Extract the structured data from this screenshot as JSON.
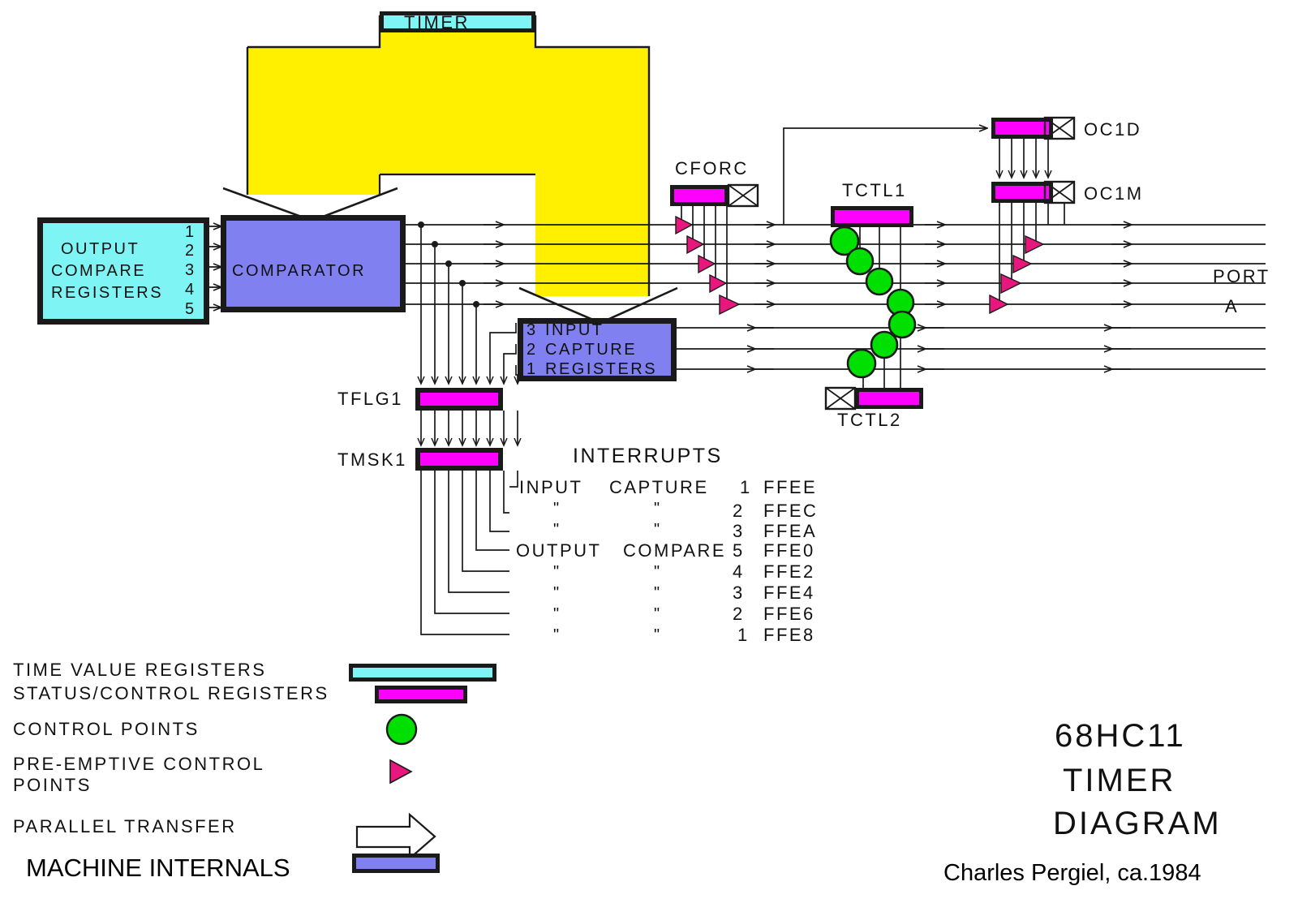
{
  "title_block": {
    "line1": "68HC11",
    "line2": "TIMER",
    "line3": "DIAGRAM",
    "credit": "Charles Pergiel, ca.1984"
  },
  "blocks": {
    "timer": {
      "label": "TIMER",
      "color": "#7FF4F4"
    },
    "output_compare_registers": {
      "label_lines": [
        "OUTPUT",
        "COMPARE",
        "REGISTERS"
      ],
      "color": "#7FF4F4",
      "channel_numbers": [
        "1",
        "2",
        "3",
        "4",
        "5"
      ]
    },
    "comparator": {
      "label": "COMPARATOR",
      "color": "#8080F0"
    },
    "input_capture_registers": {
      "label_lines": [
        "INPUT",
        "CAPTURE",
        "REGISTERS"
      ],
      "color": "#8080F0",
      "channel_numbers": [
        "3",
        "2",
        "1"
      ]
    }
  },
  "registers": {
    "cforc": {
      "label": "CFORC",
      "color": "#FF00FF"
    },
    "tflg1": {
      "label": "TFLG1",
      "color": "#FF00FF"
    },
    "tmsk1": {
      "label": "TMSK1",
      "color": "#FF00FF"
    },
    "tctl1": {
      "label": "TCTL1",
      "color": "#FF00FF"
    },
    "tctl2": {
      "label": "TCTL2",
      "color": "#FF00FF"
    },
    "oc1d": {
      "label": "OC1D",
      "color": "#FF00FF"
    },
    "oc1m": {
      "label": "OC1M",
      "color": "#FF00FF"
    }
  },
  "port": {
    "label_line1": "PORT",
    "label_line2": "A"
  },
  "interrupts": {
    "heading": "INTERRUPTS",
    "ditto": "\"",
    "rows": [
      {
        "name": "INPUT CAPTURE",
        "name_left": "INPUT",
        "name_right": "CAPTURE",
        "channel": "1",
        "vector": "FFEE",
        "ditto": false
      },
      {
        "name": "",
        "name_left": "\"",
        "name_right": "\"",
        "channel": "2",
        "vector": "FFEC",
        "ditto": true
      },
      {
        "name": "",
        "name_left": "\"",
        "name_right": "\"",
        "channel": "3",
        "vector": "FFEA",
        "ditto": true
      },
      {
        "name": "OUTPUT COMPARE",
        "name_left": "OUTPUT",
        "name_right": "COMPARE",
        "channel": "5",
        "vector": "FFE0",
        "ditto": false
      },
      {
        "name": "",
        "name_left": "\"",
        "name_right": "\"",
        "channel": "4",
        "vector": "FFE2",
        "ditto": true
      },
      {
        "name": "",
        "name_left": "\"",
        "name_right": "\"",
        "channel": "3",
        "vector": "FFE4",
        "ditto": true
      },
      {
        "name": "",
        "name_left": "\"",
        "name_right": "\"",
        "channel": "2",
        "vector": "FFE6",
        "ditto": true
      },
      {
        "name": "",
        "name_left": "\"",
        "name_right": "\"",
        "channel": "1",
        "vector": "FFE8",
        "ditto": true
      }
    ]
  },
  "legend": {
    "items": [
      {
        "label": "TIME VALUE REGISTERS",
        "swatch": "time-value-register-swatch",
        "color": "#7FF4F4"
      },
      {
        "label": "STATUS/CONTROL REGISTERS",
        "swatch": "status-control-register-swatch",
        "color": "#FF00FF"
      },
      {
        "label": "CONTROL  POINTS",
        "swatch": "control-point-swatch",
        "color": "#00E000"
      },
      {
        "label": "PRE-EMPTIVE CONTROL",
        "label2": "POINTS",
        "swatch": "preemptive-control-point-swatch",
        "color": "#E8177D"
      },
      {
        "label": "PARALLEL  TRANSFER",
        "swatch": "parallel-transfer-swatch",
        "color": "#ffffff"
      },
      {
        "label": "MACHINE INTERNALS",
        "swatch": "machine-internals-swatch",
        "color": "#8080F0"
      }
    ]
  },
  "colors": {
    "cyan": "#7FF4F4",
    "magenta": "#FF00FF",
    "blue": "#8080F0",
    "yellow": "#FFF000",
    "green": "#00E000",
    "pink": "#E8177D",
    "ink": "#1a1a1a"
  }
}
